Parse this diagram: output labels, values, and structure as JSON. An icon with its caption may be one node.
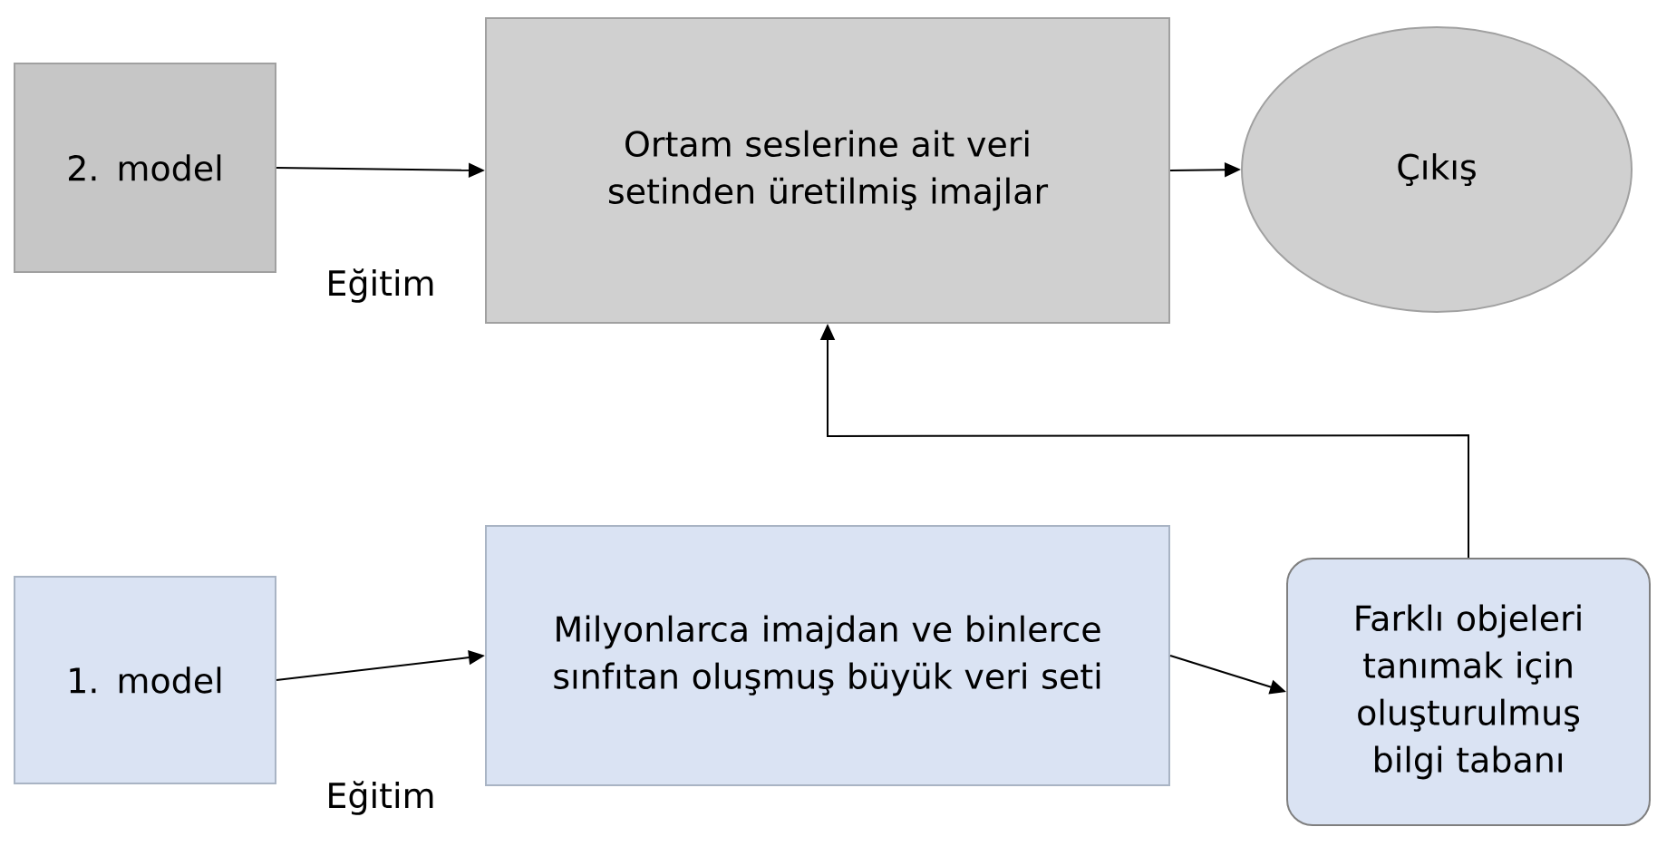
{
  "diagram": {
    "nodes": [
      {
        "text": [
          "2. model"
        ]
      },
      {
        "text": [
          "Ortam seslerine ait veri setinden üretilmiş imajlar"
        ]
      },
      {
        "text": [
          "Çıkış"
        ]
      },
      {
        "text": [
          "1. model"
        ]
      },
      {
        "text": [
          "Milyonlarca imajdan ve binlerce sınfıtan oluşmuş büyük veri seti"
        ]
      },
      {
        "text": [
          "Farklı objeleri tanımak için oluşturulmuş bilgi tabanı"
        ]
      }
    ],
    "edges": [
      {
        "from": 0,
        "to": 1,
        "arrow": "to",
        "label": "Eğitim"
      },
      {
        "from": 1,
        "to": 2,
        "arrow": "to"
      },
      {
        "from": 3,
        "to": 4,
        "arrow": "to",
        "label": "Eğitim"
      },
      {
        "from": 4,
        "to": 5,
        "arrow": "to"
      },
      {
        "from": 5,
        "to": 1,
        "arrow": "to"
      }
    ]
  }
}
